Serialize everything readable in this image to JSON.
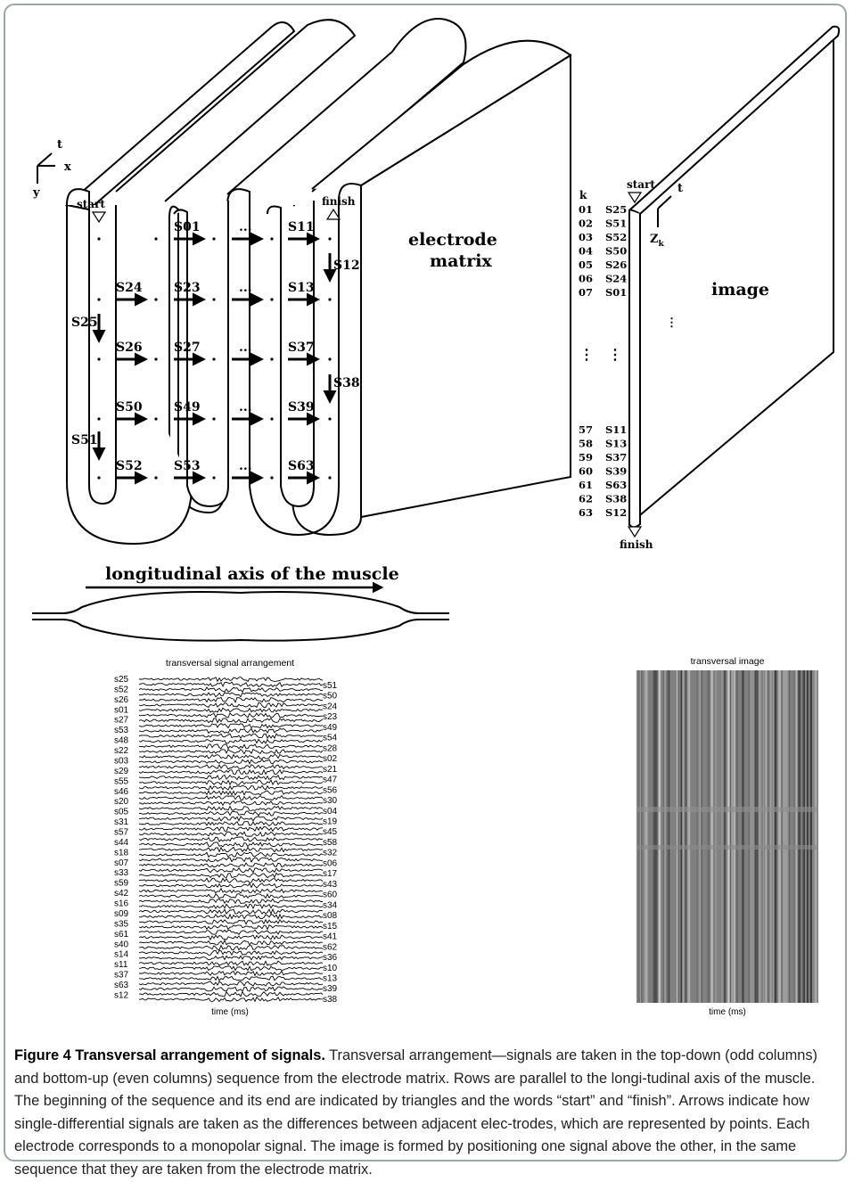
{
  "axes_left": {
    "t": "t",
    "x": "x",
    "y": "y"
  },
  "matrix": {
    "start": "start",
    "finish": "finish",
    "label_line1": "electrode",
    "label_line2": "matrix",
    "dots": "...",
    "row_labels": [
      [
        "S01",
        "S11"
      ],
      [
        "S24",
        "S23",
        "S13"
      ],
      [
        "S26",
        "S27",
        "S37"
      ],
      [
        "S50",
        "S49",
        "S39"
      ],
      [
        "S52",
        "S53",
        "S63"
      ]
    ],
    "vertical_labels": [
      "S25",
      "S51",
      "S12",
      "S38"
    ]
  },
  "image_panel": {
    "k_header": "k",
    "start": "start",
    "finish": "finish",
    "t": "t",
    "zk": "Z",
    "zk_sub": "k",
    "label": "image",
    "vdots": "⋮",
    "rows_top": [
      [
        "01",
        "S25"
      ],
      [
        "02",
        "S51"
      ],
      [
        "03",
        "S52"
      ],
      [
        "04",
        "S50"
      ],
      [
        "05",
        "S26"
      ],
      [
        "06",
        "S24"
      ],
      [
        "07",
        "S01"
      ]
    ],
    "rows_bottom": [
      [
        "57",
        "S11"
      ],
      [
        "58",
        "S13"
      ],
      [
        "59",
        "S37"
      ],
      [
        "60",
        "S39"
      ],
      [
        "61",
        "S63"
      ],
      [
        "62",
        "S38"
      ],
      [
        "63",
        "S12"
      ]
    ]
  },
  "muscle": {
    "label": "longitudinal axis of the muscle"
  },
  "signal_plot": {
    "title": "transversal signal arrangement",
    "xlabel": "time (ms)",
    "left_labels": [
      "s25",
      "s52",
      "s26",
      "s01",
      "s27",
      "s53",
      "s48",
      "s22",
      "s03",
      "s29",
      "s55",
      "s46",
      "s20",
      "s05",
      "s31",
      "s57",
      "s44",
      "s18",
      "s07",
      "s33",
      "s59",
      "s42",
      "s16",
      "s09",
      "s35",
      "s61",
      "s40",
      "s14",
      "s11",
      "s37",
      "s63",
      "s12"
    ],
    "right_labels": [
      "s51",
      "s50",
      "s24",
      "s23",
      "s49",
      "s54",
      "s28",
      "s02",
      "s21",
      "s47",
      "s56",
      "s30",
      "s04",
      "s19",
      "s45",
      "s58",
      "s32",
      "s06",
      "s17",
      "s43",
      "s60",
      "s34",
      "s08",
      "s15",
      "s41",
      "s62",
      "s36",
      "s10",
      "s13",
      "s39",
      "s38"
    ]
  },
  "image_plot": {
    "title": "transversal image",
    "xlabel": "time (ms)"
  },
  "caption": {
    "bold": "Figure 4 Transversal arrangement of signals.",
    "text": " Transversal arrangement—signals are taken in the top-down (odd columns) and bottom-up (even columns) sequence from the electrode matrix. Rows are parallel to the longi-tudinal axis of the muscle. The beginning of the sequence and its end are indicated by triangles and the words “start” and “finish”. Arrows indicate how single-differential signals are taken as the differences between adjacent elec-trodes, which are represented by points. Each electrode corresponds to a monopolar signal. The image is formed by positioning one signal above the other, in the same sequence that they are taken from the electrode matrix."
  }
}
